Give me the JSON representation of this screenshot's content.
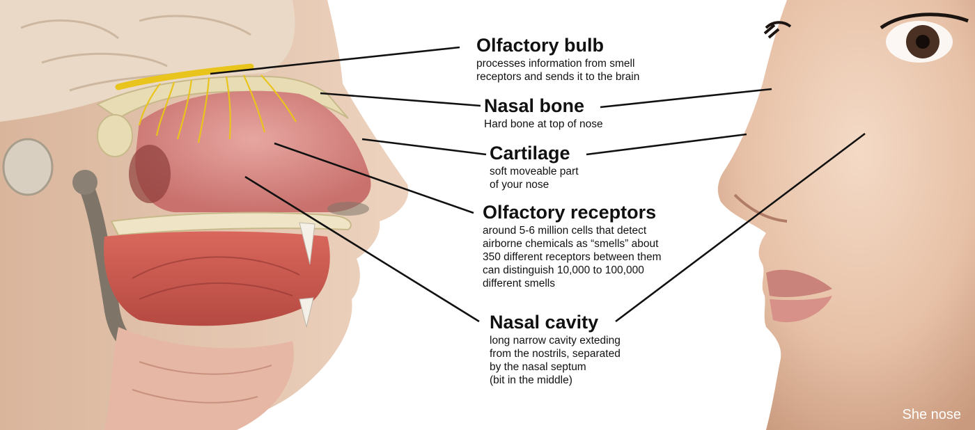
{
  "labels": [
    {
      "id": "olfactory-bulb",
      "title": "Olfactory bulb",
      "description": [
        "processes information from smell",
        "receptors and sends it to the brain"
      ]
    },
    {
      "id": "nasal-bone",
      "title": "Nasal bone",
      "description": [
        "Hard bone at top of nose"
      ]
    },
    {
      "id": "cartilage",
      "title": "Cartilage",
      "description": [
        "soft moveable part",
        "of your nose"
      ]
    },
    {
      "id": "olfactory-receptors",
      "title": "Olfactory receptors",
      "description": [
        "around 5-6 million cells that detect",
        "airborne chemicals as “smells” about",
        "350 different receptors between them",
        "can distinguish 10,000 to 100,000",
        "different smells"
      ]
    },
    {
      "id": "nasal-cavity",
      "title": "Nasal cavity",
      "description": [
        "long narrow cavity exteding",
        "from the nostrils, separated",
        "by the nasal septum",
        "(bit in the middle)"
      ]
    }
  ],
  "caption": "She nose",
  "colors": {
    "text": "#111111",
    "leader_line": "#111111",
    "nerve": "#e8c41c",
    "mucosa": "#d98a86",
    "skin": "#eac4aa",
    "caption": "#ffffff"
  }
}
